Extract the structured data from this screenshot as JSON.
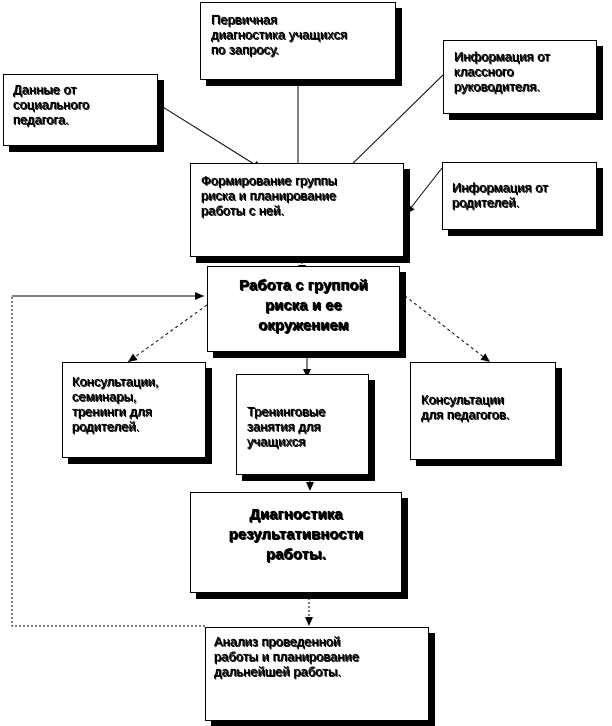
{
  "boxes": {
    "primary_diagnostics": "Первичная\nдиагностика учащихся\nпо запросу.",
    "social_pedagogue": "Данные от\nсоциального\nпедагога.",
    "class_teacher": "Информация от\nклассного\nруководителя.",
    "risk_group_planning": "Формирование группы\nриска и планирование\nработы с ней.",
    "parents_info": "Информация от\nродителей.",
    "risk_group_work": "Работа с группой\nриска и ее\nокружением",
    "parent_consultations": "Консультации,\nсеминары,\nтренинги для\nродителей.",
    "student_trainings": "Тренинговые\nзанятия для\nучащихся",
    "teacher_consultations": "Консультации\nдля педагогов.",
    "effectiveness_diagnostics": "Диагностика\nрезультативности\nработы.",
    "analysis_planning": "Анализ проведенной\nработы и планирование\nдальнейшей работы."
  }
}
